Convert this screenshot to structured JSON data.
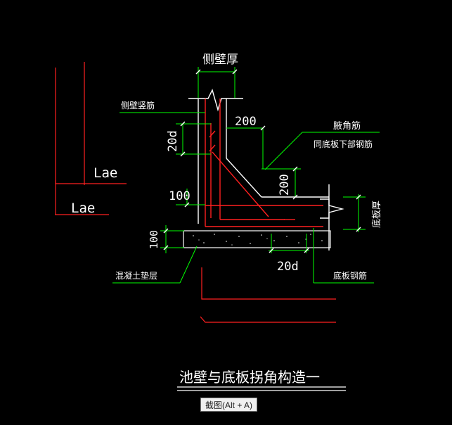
{
  "labels": {
    "wall_thickness": "侧壁厚",
    "wall_vertical_bar": "侧壁竖筋",
    "dim_200_top": "200",
    "haunch_bar": "腋角筋",
    "haunch_bar_note": "同底板下部钢筋",
    "dim_20d_left": "20d",
    "lae_1": "Lae",
    "lae_2": "Lae",
    "dim_200_right": "200",
    "dim_100": "100",
    "slab_thickness": "底板厚",
    "dim_100_cushion": "100",
    "dim_20d_bottom": "20d",
    "concrete_cushion": "混凝土垫层",
    "slab_bar": "底板钢筋",
    "drawing_title": "池壁与底板拐角构造一"
  },
  "tooltip": {
    "text": "截图(Alt + A)"
  },
  "colors": {
    "background": "#000000",
    "rebar": "#ff2020",
    "leader": "#00ff00",
    "outline": "#ffffff",
    "text": "#ffffff"
  }
}
